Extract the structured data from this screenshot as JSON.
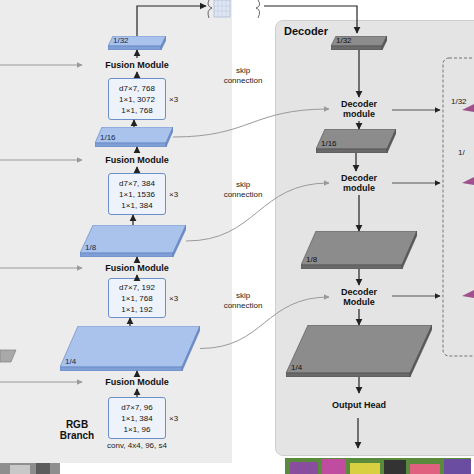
{
  "diagram": {
    "nodes": [
      {
        "text": [
          "RGB Branch"
        ]
      },
      {
        "text": [
          "1/32"
        ],
        "in": 0
      },
      {
        "text": [
          "Fusion Module"
        ],
        "in": 0
      },
      {
        "text": [
          "d7×7, 768",
          "1×1, 3072",
          "1×1, 768"
        ],
        "in": 0
      },
      {
        "text": [
          "1/16"
        ],
        "in": 0
      },
      {
        "text": [
          "Fusion Module"
        ],
        "in": 0
      },
      {
        "text": [
          "d7×7, 384",
          "1×1, 1536",
          "1×1, 384"
        ],
        "in": 0
      },
      {
        "text": [
          "1/8"
        ],
        "in": 0
      },
      {
        "text": [
          "Fusion Module"
        ],
        "in": 0
      },
      {
        "text": [
          "d7×7, 192",
          "1×1, 768",
          "1×1, 192"
        ],
        "in": 0
      },
      {
        "text": [
          "1/4"
        ],
        "in": 0
      },
      {
        "text": [
          "Fusion Module"
        ],
        "in": 0
      },
      {
        "text": [
          "d7×7, 96",
          "1×1, 384",
          "1×1, 96"
        ],
        "in": 0
      },
      {
        "text": [
          "Decoder"
        ]
      },
      {
        "text": [
          "1/32"
        ],
        "in": 13
      },
      {
        "text": [
          "Decoder module"
        ],
        "in": 13
      },
      {
        "text": [
          "1/16"
        ],
        "in": 13
      },
      {
        "text": [
          "Decoder module"
        ],
        "in": 13
      },
      {
        "text": [
          "1/8"
        ],
        "in": 13
      },
      {
        "text": [
          "Decoder Module"
        ],
        "in": 13
      },
      {
        "text": [
          "1/4"
        ],
        "in": 13
      },
      {
        "text": [
          "Output Head"
        ],
        "in": 13
      }
    ],
    "edges": [
      {
        "from": 12,
        "to": 11,
        "arrow": "to"
      },
      {
        "from": 11,
        "to": 10,
        "arrow": "to"
      },
      {
        "from": 10,
        "to": 9,
        "arrow": "to"
      },
      {
        "from": 9,
        "to": 8,
        "arrow": "to"
      },
      {
        "from": 8,
        "to": 7,
        "arrow": "to"
      },
      {
        "from": 7,
        "to": 6,
        "arrow": "to"
      },
      {
        "from": 6,
        "to": 5,
        "arrow": "to"
      },
      {
        "from": 5,
        "to": 4,
        "arrow": "to"
      },
      {
        "from": 4,
        "to": 3,
        "arrow": "to"
      },
      {
        "from": 3,
        "to": 2,
        "arrow": "to"
      },
      {
        "from": 2,
        "to": 1,
        "arrow": "to"
      },
      {
        "from": 14,
        "to": 15,
        "arrow": "to"
      },
      {
        "from": 15,
        "to": 16,
        "arrow": "to"
      },
      {
        "from": 16,
        "to": 17,
        "arrow": "to"
      },
      {
        "from": 17,
        "to": 18,
        "arrow": "to"
      },
      {
        "from": 18,
        "to": 19,
        "arrow": "to"
      },
      {
        "from": 19,
        "to": 20,
        "arrow": "to"
      },
      {
        "from": 20,
        "to": 21,
        "arrow": "to"
      },
      {
        "from": 4,
        "to": 15,
        "label": "skip connection",
        "arrow": "to"
      },
      {
        "from": 7,
        "to": 17,
        "label": "skip connection",
        "arrow": "to"
      },
      {
        "from": 10,
        "to": 19,
        "label": "skip connection",
        "arrow": "to"
      }
    ],
    "labels": [
      "×3",
      "×3",
      "×3",
      "×3",
      "conv, 4x4, 96, s4",
      "1/32",
      "1/"
    ]
  }
}
